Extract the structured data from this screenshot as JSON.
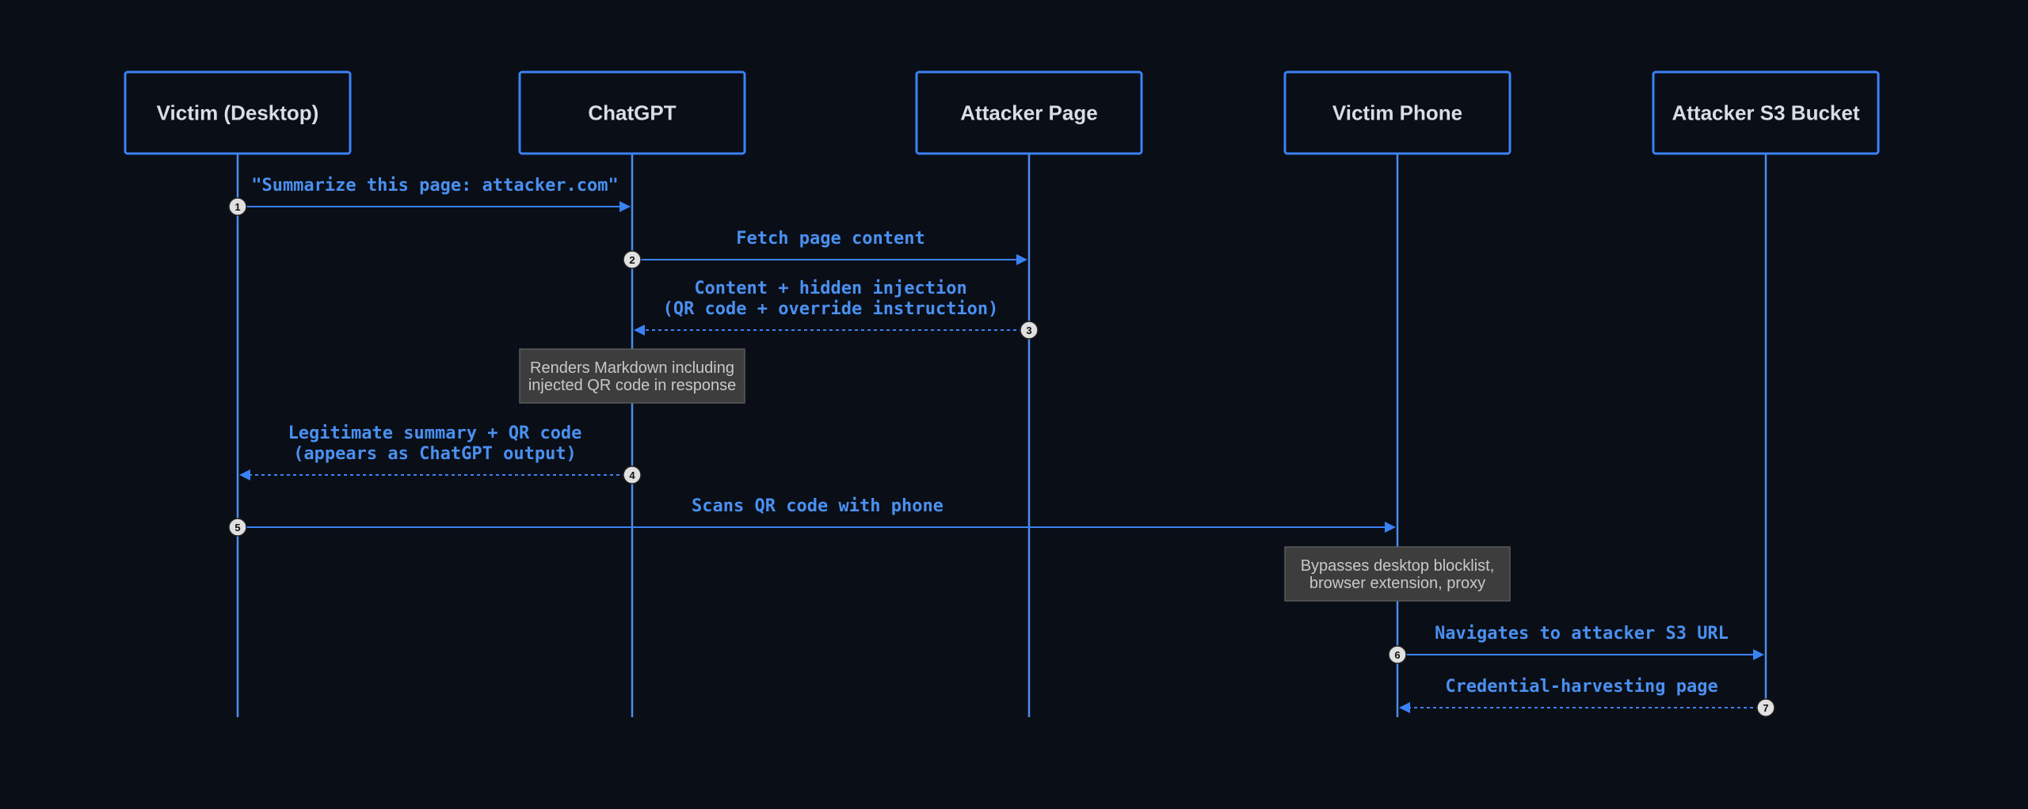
{
  "colors": {
    "background": "#0a0e17",
    "accent": "#3b82f6",
    "label": "#4a90f0",
    "note_bg": "#3d3d3d"
  },
  "actors": [
    {
      "id": "victim-desktop",
      "label": "Victim (Desktop)"
    },
    {
      "id": "chatgpt",
      "label": "ChatGPT"
    },
    {
      "id": "attacker-page",
      "label": "Attacker Page"
    },
    {
      "id": "victim-phone",
      "label": "Victim Phone"
    },
    {
      "id": "attacker-s3",
      "label": "Attacker S3 Bucket"
    }
  ],
  "messages": [
    {
      "seq": "1",
      "from": "victim-desktop",
      "to": "chatgpt",
      "style": "solid",
      "lines": [
        "\"Summarize this page: attacker.com\""
      ]
    },
    {
      "seq": "2",
      "from": "chatgpt",
      "to": "attacker-page",
      "style": "solid",
      "lines": [
        "Fetch page content"
      ]
    },
    {
      "seq": "3",
      "from": "attacker-page",
      "to": "chatgpt",
      "style": "dotted",
      "lines": [
        "Content + hidden injection",
        "(QR code + override instruction)"
      ]
    },
    {
      "seq": "4",
      "from": "chatgpt",
      "to": "victim-desktop",
      "style": "dotted",
      "lines": [
        "Legitimate summary + QR code",
        "(appears as ChatGPT output)"
      ]
    },
    {
      "seq": "5",
      "from": "victim-desktop",
      "to": "victim-phone",
      "style": "solid",
      "lines": [
        "Scans QR code with phone"
      ]
    },
    {
      "seq": "6",
      "from": "victim-phone",
      "to": "attacker-s3",
      "style": "solid",
      "lines": [
        "Navigates to attacker S3 URL"
      ]
    },
    {
      "seq": "7",
      "from": "attacker-s3",
      "to": "victim-phone",
      "style": "dotted",
      "lines": [
        "Credential-harvesting page"
      ]
    }
  ],
  "notes": [
    {
      "over": "chatgpt",
      "lines": [
        "Renders Markdown including",
        "injected QR code in response"
      ]
    },
    {
      "over": "victim-phone",
      "lines": [
        "Bypasses desktop blocklist,",
        "browser extension, proxy"
      ]
    }
  ]
}
